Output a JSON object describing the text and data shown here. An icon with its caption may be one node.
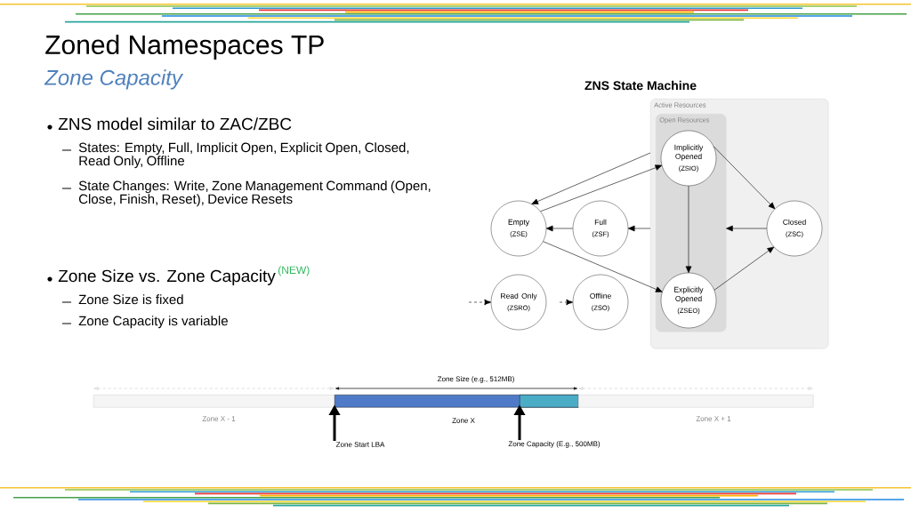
{
  "diagram": {
    "title": "Zoned Namespaces TP",
    "nodes": [
      {
        "text": [
          "Active Resources"
        ]
      },
      {
        "text": [
          "Open Resources"
        ],
        "in": 0
      },
      {
        "text": [
          "Implicitly Opened",
          "(ZSIO)"
        ],
        "in": 1
      },
      {
        "text": [
          "Explicitly Opened",
          "(ZSEO)"
        ],
        "in": 1
      },
      {
        "text": [
          "Closed",
          "(ZSC)"
        ],
        "in": 0
      },
      {
        "text": [
          "Empty",
          "(ZSE)"
        ]
      },
      {
        "text": [
          "Full",
          "(ZSF)"
        ]
      },
      {
        "text": [
          "Read Only",
          "(ZSRO)"
        ]
      },
      {
        "text": [
          "Offline",
          "(ZSO)"
        ]
      },
      {
        "text": [],
        "shape": "bar",
        "beside": [
          "Zone X - 1"
        ]
      },
      {
        "text": [],
        "shape": "bar",
        "beside": [
          "Zone X"
        ]
      },
      {
        "text": [],
        "shape": "bar",
        "in": 10
      },
      {
        "text": [],
        "shape": "bar",
        "beside": [
          "Zone X + 1"
        ]
      },
      {
        "text": [
          "Zone Start LBA"
        ]
      },
      {
        "text": [
          "Zone Capacity (E.g., 500MB)"
        ]
      }
    ],
    "edges": [
      {
        "from": 0,
        "to": 5,
        "arrow": "to"
      },
      {
        "from": 5,
        "to": 2,
        "arrow": "to"
      },
      {
        "from": 0,
        "to": 6,
        "arrow": "to"
      },
      {
        "from": 6,
        "to": 5,
        "arrow": "to"
      },
      {
        "from": 5,
        "to": 3,
        "arrow": "to"
      },
      {
        "from": 2,
        "to": 3,
        "arrow": "to"
      },
      {
        "from": 2,
        "to": 4,
        "arrow": "to"
      },
      {
        "from": 3,
        "to": 4,
        "arrow": "to"
      },
      {
        "from": 4,
        "to": 1,
        "arrow": "to"
      },
      {
        "from": null,
        "to": 7,
        "arrow": "to",
        "style": "dashed"
      },
      {
        "from": null,
        "to": 8,
        "arrow": "to",
        "style": "dashed"
      },
      {
        "from": 13,
        "to": 10,
        "arrow": "to",
        "style": "thick"
      },
      {
        "from": 14,
        "to": 11,
        "arrow": "to",
        "style": "thick"
      }
    ],
    "labels": [
      "Zone Capacity",
      "ZNS State Machine",
      "ZNS model similar to ZAC/ZBC",
      "States: Empty, Full, Implicit Open, Explicit Open, Closed, Read Only, Offline",
      "State Changes: Write, Zone Management Command (Open, Close, Finish, Reset), Device Resets",
      "Zone Size vs. Zone Capacity",
      "(NEW)",
      "Zone Size is fixed",
      "Zone Capacity is variable",
      "Zone Size (e.g., 512MB)"
    ]
  }
}
